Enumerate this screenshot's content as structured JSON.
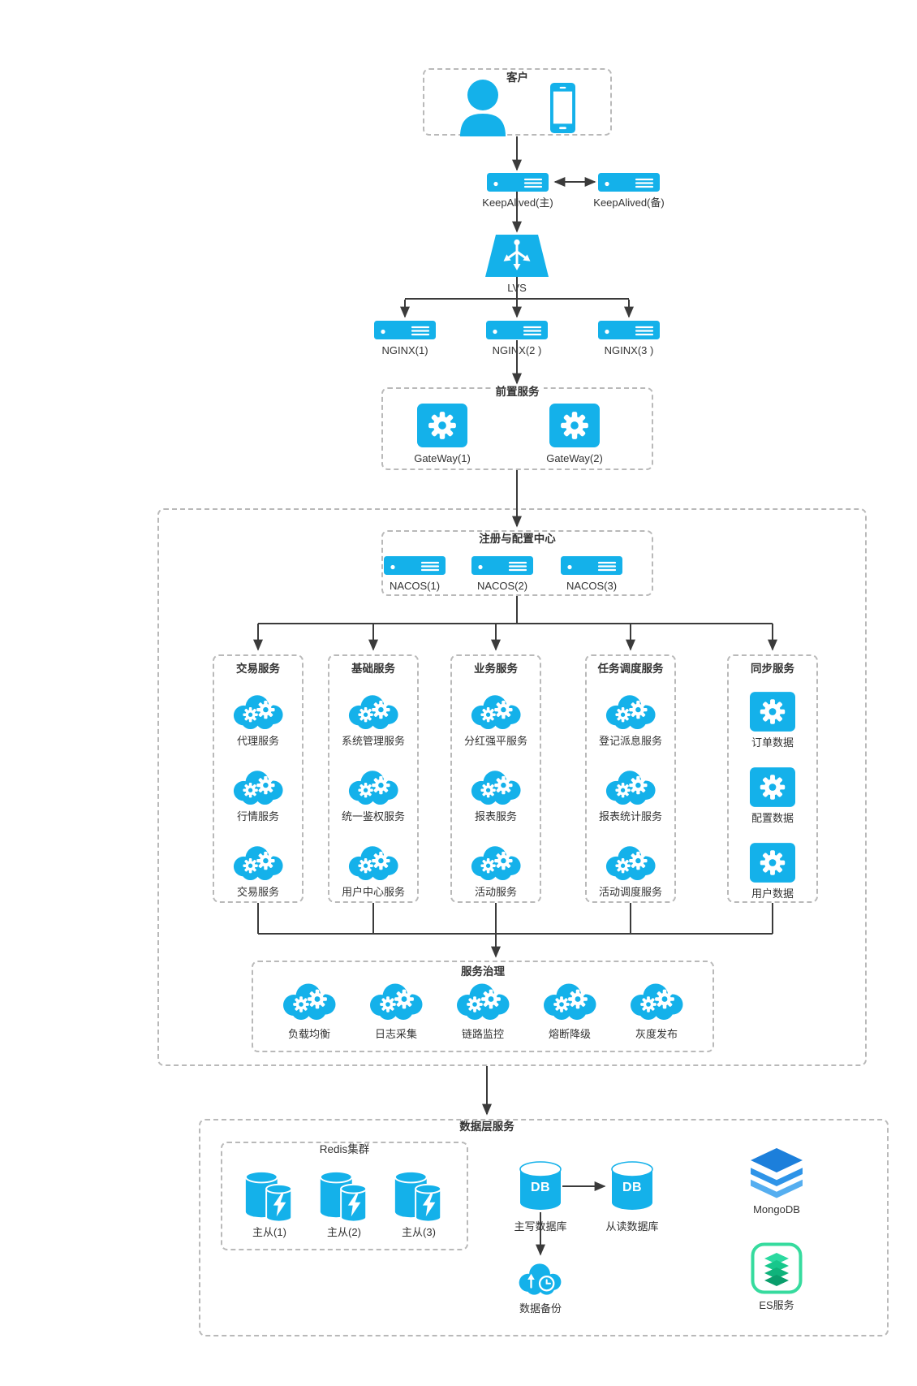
{
  "colors": {
    "primary": "#14B1EA",
    "arrow": "#3B3B3B",
    "dashed_border": "#B9B9B9",
    "mongodb_blue": "#2E94E8",
    "es_green": "#2BD9A0",
    "text": "#333333"
  },
  "icons": {
    "client": [
      "person-icon",
      "smartphone-icon"
    ],
    "keepalived_nginx_nacos": "server-icon",
    "lvs": "load-balancer-trapezoid-icon",
    "gateway_and_sync": "gear-square-icon",
    "services": "cloud-gears-icon",
    "redis_node": "redis-cylinders-lightning-icon",
    "database": "db-cylinder-icon",
    "backup": "cloud-clock-backup-icon",
    "mongodb": "stacked-layers-icon",
    "es": "stacked-green-layers-icon"
  },
  "client": {
    "title": "客户"
  },
  "keepalived": {
    "primary_label": "KeepAlived(主)",
    "backup_label": "KeepAlived(备)"
  },
  "lvs": {
    "label": "LVS"
  },
  "nginx": {
    "nodes": [
      "NGINX(1)",
      "NGINX(2 )",
      "NGINX(3 )"
    ]
  },
  "frontend": {
    "title": "前置服务",
    "gateways": [
      "GateWay(1)",
      "GateWay(2)"
    ]
  },
  "registry": {
    "title": "注册与配置中心",
    "nodes": [
      "NACOS(1)",
      "NACOS(2)",
      "NACOS(3)"
    ]
  },
  "service_columns": [
    {
      "title": "交易服务",
      "items": [
        "代理服务",
        "行情服务",
        "交易服务"
      ]
    },
    {
      "title": "基础服务",
      "items": [
        "系统管理服务",
        "统一鉴权服务",
        "用户中心服务"
      ]
    },
    {
      "title": "业务服务",
      "items": [
        "分红强平服务",
        "报表服务",
        "活动服务"
      ]
    },
    {
      "title": "任务调度服务",
      "items": [
        "登记派息服务",
        "报表统计服务",
        "活动调度服务"
      ]
    },
    {
      "title": "同步服务",
      "items": [
        "订单数据",
        "配置数据",
        "用户数据"
      ]
    }
  ],
  "governance": {
    "title": "服务治理",
    "items": [
      "负载均衡",
      "日志采集",
      "链路监控",
      "熔断降级",
      "灰度发布"
    ]
  },
  "data_layer": {
    "title": "数据层服务",
    "redis": {
      "title": "Redis集群",
      "nodes": [
        "主从(1)",
        "主从(2)",
        "主从(3)"
      ]
    },
    "db": {
      "db_text": "DB",
      "write_label": "主写数据库",
      "read_label": "从读数据库"
    },
    "backup": {
      "label": "数据备份"
    },
    "mongodb": {
      "label": "MongoDB"
    },
    "es": {
      "label": "ES服务"
    }
  }
}
